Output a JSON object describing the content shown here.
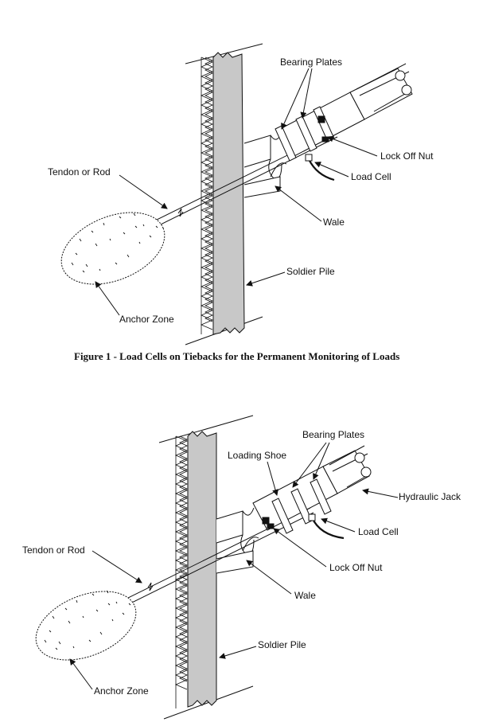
{
  "figure1": {
    "labels": {
      "bearing_plates": "Bearing Plates",
      "lock_off_nut": "Lock Off Nut",
      "load_cell": "Load Cell",
      "tendon": "Tendon or Rod",
      "wale": "Wale",
      "soldier_pile": "Soldier Pile",
      "anchor_zone": "Anchor Zone"
    },
    "caption": "Figure 1 - Load Cells on Tiebacks for the Permanent Monitoring of Loads"
  },
  "figure2": {
    "labels": {
      "bearing_plates": "Bearing Plates",
      "loading_shoe": "Loading Shoe",
      "hydraulic_jack": "Hydraulic Jack",
      "load_cell": "Load Cell",
      "lock_off_nut": "Lock Off Nut",
      "tendon": "Tendon or Rod",
      "wale": "Wale",
      "soldier_pile": "Soldier Pile",
      "anchor_zone": "Anchor Zone"
    }
  }
}
